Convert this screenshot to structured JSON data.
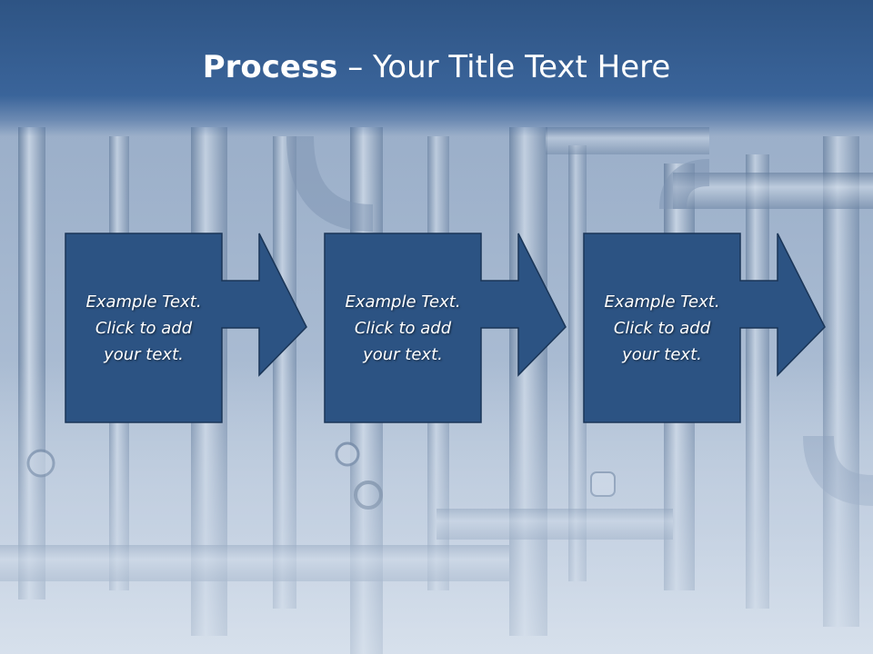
{
  "slide": {
    "title_bold": "Process",
    "title_rest": " – Your Title Text Here"
  },
  "steps": [
    {
      "text": "Example Text.\nClick  to add\nyour text."
    },
    {
      "text": "Example Text.\nClick  to add\nyour text."
    },
    {
      "text": "Example Text.\nClick  to add\nyour text."
    }
  ],
  "colors": {
    "title_bar": "#2e5484",
    "box_fill": "#2c5383",
    "box_stroke": "#1a3557",
    "text": "#ffffff"
  }
}
